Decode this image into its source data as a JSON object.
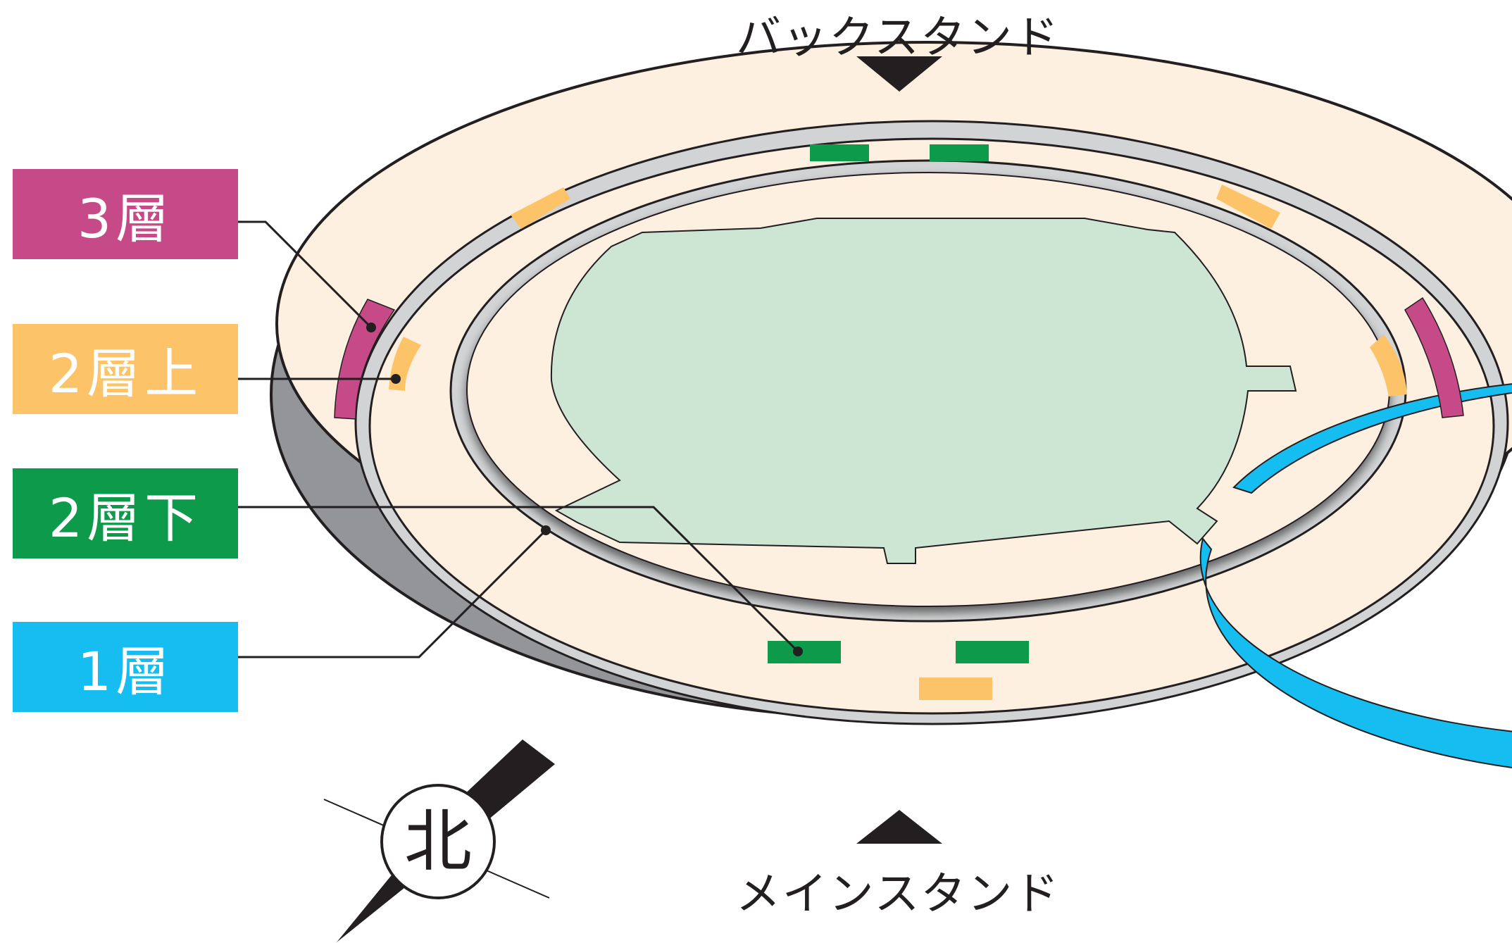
{
  "stands": {
    "back": "バックスタンド",
    "main": "メインスタンド"
  },
  "compass": {
    "label": "北"
  },
  "legend": [
    {
      "label": "3層",
      "color": "#c64a87"
    },
    {
      "label": "2層上",
      "color": "#fdc368"
    },
    {
      "label": "2層下",
      "color": "#0d9a4a"
    },
    {
      "label": "1層",
      "color": "#15bdf0"
    }
  ],
  "colors": {
    "outline": "#231f20",
    "stand_base": "#fdf0e0",
    "side_wall": "#939598",
    "concourse_ring": "#d1d3d4",
    "pitch": "#cde6d4"
  }
}
